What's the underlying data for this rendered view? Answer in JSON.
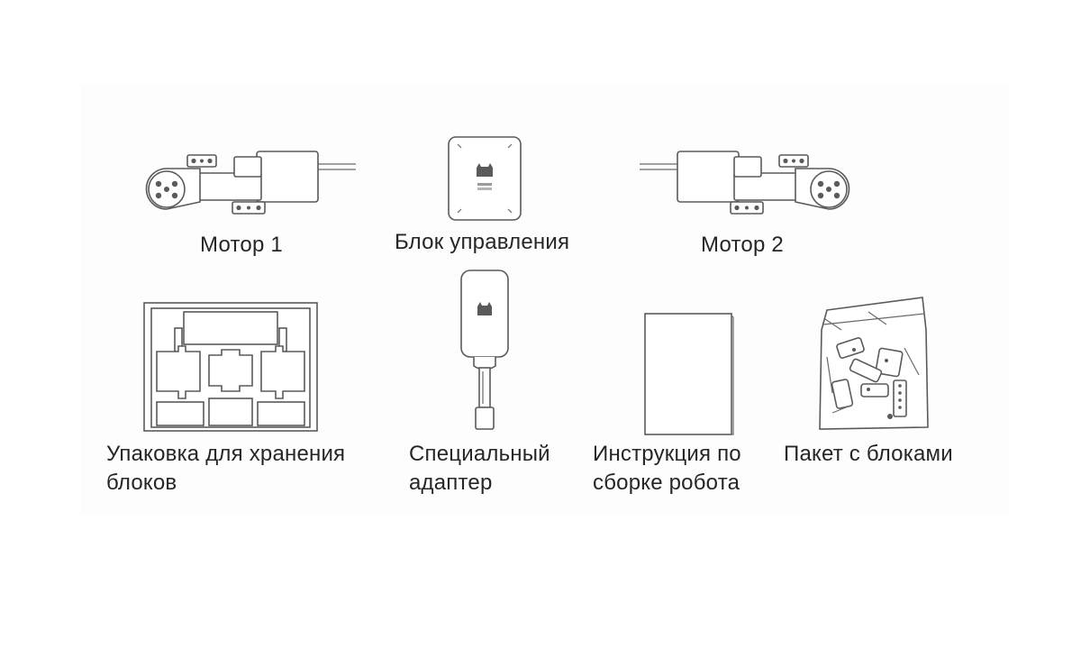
{
  "items": {
    "motor1": {
      "label": "Мотор 1"
    },
    "control_unit": {
      "label": "Блок управления"
    },
    "motor2": {
      "label": "Мотор 2"
    },
    "storage_box": {
      "label_line1": "Упаковка для хранения",
      "label_line2": "блоков"
    },
    "adapter": {
      "label_line1": "Специальный",
      "label_line2": "адаптер"
    },
    "manual": {
      "label_line1": "Инструкция по",
      "label_line2": "сборке робота"
    },
    "parts_bag": {
      "label": "Пакет с блоками"
    }
  },
  "icons": [
    "motor-icon",
    "control-unit-icon",
    "motor-icon",
    "storage-box-icon",
    "adapter-icon",
    "manual-icon",
    "parts-bag-icon"
  ]
}
